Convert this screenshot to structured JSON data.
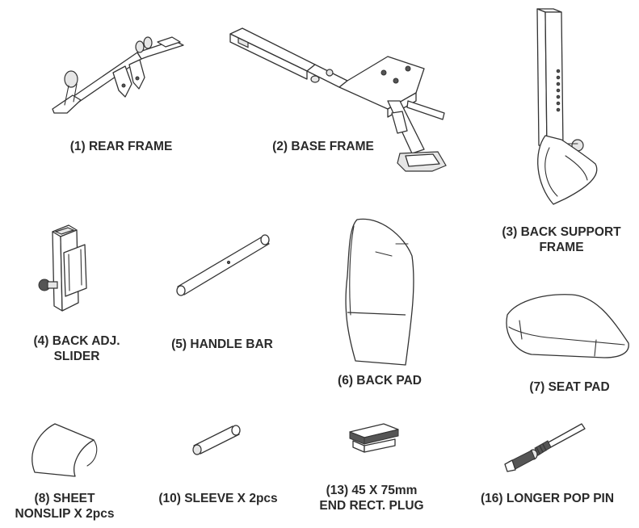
{
  "parts": [
    {
      "id": "rear-frame",
      "label": "(1) REAR FRAME"
    },
    {
      "id": "base-frame",
      "label": "(2) BASE FRAME"
    },
    {
      "id": "back-support-frame",
      "label": "(3) BACK SUPPORT\nFRAME"
    },
    {
      "id": "back-adj-slider",
      "label": "(4) BACK ADJ.\nSLIDER"
    },
    {
      "id": "handle-bar",
      "label": "(5) HANDLE BAR"
    },
    {
      "id": "back-pad",
      "label": "(6) BACK PAD"
    },
    {
      "id": "seat-pad",
      "label": "(7) SEAT PAD"
    },
    {
      "id": "sheet-nonslip",
      "label": "(8) SHEET\nNONSLIP X 2pcs"
    },
    {
      "id": "sleeve",
      "label": "(10) SLEEVE X 2pcs"
    },
    {
      "id": "end-rect-plug",
      "label": "(13) 45 X 75mm\nEND  RECT.  PLUG"
    },
    {
      "id": "longer-pop-pin",
      "label": "(16) LONGER POP PIN"
    }
  ]
}
